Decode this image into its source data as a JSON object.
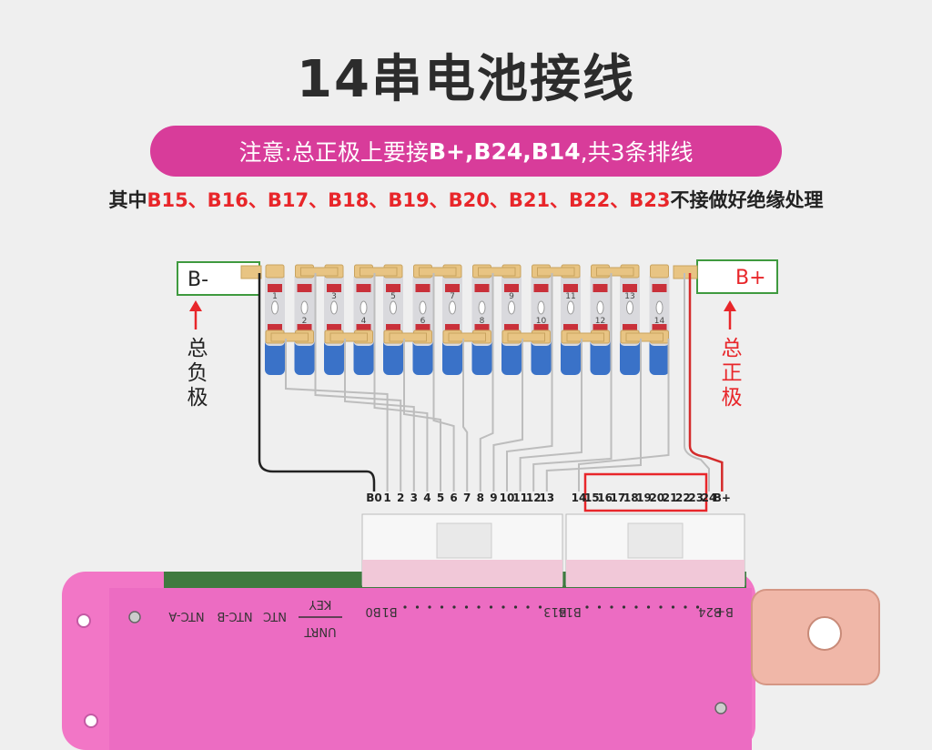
{
  "title": "14串电池接线",
  "note": {
    "prefix": "注意:总正极上要接",
    "bold": "B+,B24,B14",
    "suffix": ",共3条排线"
  },
  "subtitle": {
    "prefix": "其中",
    "red_items": "B15、B16、B17、B18、B19、B20、B21、B22、B23",
    "suffix": "不接做好绝缘处理"
  },
  "labels": {
    "b_minus": "B-",
    "b_plus": "B+",
    "neg_total": "总负极",
    "pos_total": "总正极"
  },
  "cells": [
    "1",
    "2",
    "3",
    "4",
    "5",
    "6",
    "7",
    "8",
    "9",
    "10",
    "11",
    "12",
    "13",
    "14"
  ],
  "connector_left": [
    "B0",
    "1",
    "2",
    "3",
    "4",
    "5",
    "6",
    "7",
    "8",
    "9",
    "10",
    "11",
    "12",
    "13"
  ],
  "connector_right": [
    "14",
    "15",
    "16",
    "17",
    "18",
    "19",
    "20",
    "21",
    "22",
    "23",
    "24",
    "B+"
  ],
  "board_labels": {
    "ntc_a": "NTC-A",
    "ntc_b": "NTC-B",
    "ntc": "NTC",
    "key": "KEY",
    "unrt": "UNRT",
    "b1": "B1",
    "b0": "B0",
    "b14": "B14",
    "b13": "B13",
    "bplus": "B+",
    "b24": "B24"
  },
  "colors": {
    "pink": "#d83c9a",
    "red": "#e8262a",
    "board": "#f078cc",
    "green_box": "#3f9a3f",
    "cell_blue": "#3a72c8"
  }
}
